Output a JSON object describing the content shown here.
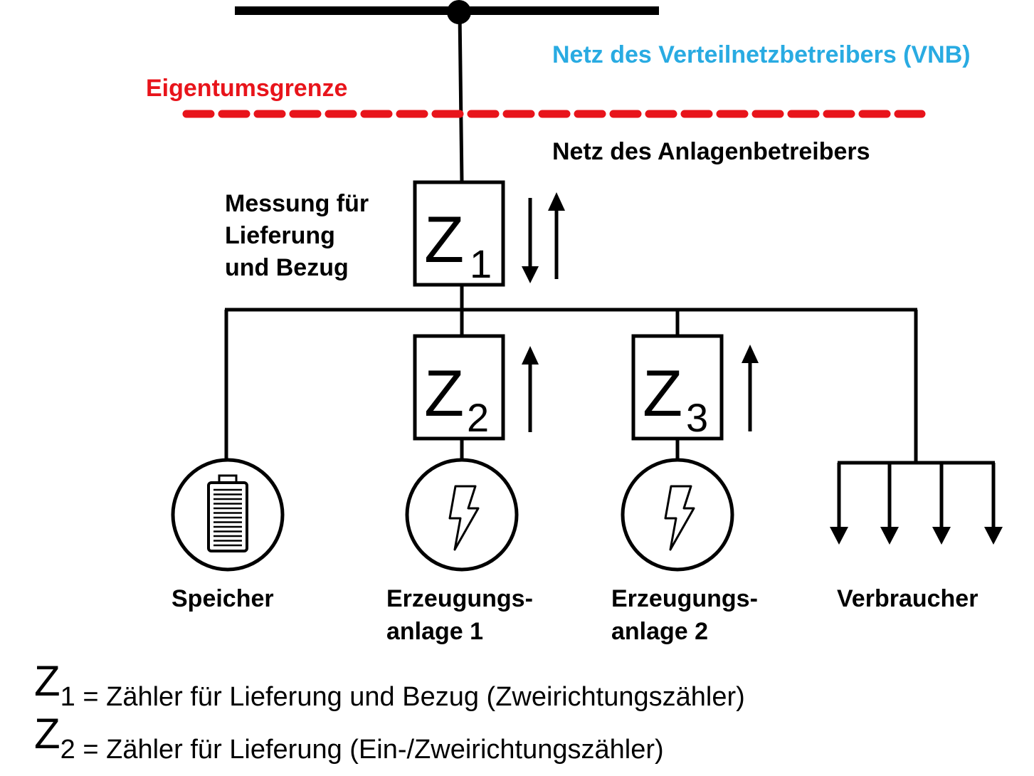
{
  "labels": {
    "vnb_net": "Netz des Verteilnetzbetreibers (VNB)",
    "boundary": "Eigentumsgrenze",
    "operator_net": "Netz des Anlagenbetreibers",
    "measurement": [
      "Messung für",
      "Lieferung",
      "und Bezug"
    ],
    "storage": "Speicher",
    "gen1": [
      "Erzeugungs-",
      "anlage 1"
    ],
    "gen2": [
      "Erzeugungs-",
      "anlage 2"
    ],
    "consumer": "Verbraucher"
  },
  "meters": {
    "z1": {
      "letter": "Z",
      "index": "1"
    },
    "z2": {
      "letter": "Z",
      "index": "2"
    },
    "z3": {
      "letter": "Z",
      "index": "3"
    }
  },
  "legend": [
    {
      "letter": "Z",
      "index": "1",
      "text": " = Zähler für Lieferung und Bezug (Zweirichtungszähler)"
    },
    {
      "letter": "Z",
      "index": "2",
      "text": " = Zähler für Lieferung (Ein-/Zweirichtungszähler)"
    }
  ],
  "colors": {
    "vnb_text": "#29abe2",
    "boundary": "#e8141b",
    "lines": "#000000"
  },
  "icons": {
    "storage": "battery-icon",
    "generator": "lightning-icon",
    "consumer": "arrows-down-icon"
  }
}
